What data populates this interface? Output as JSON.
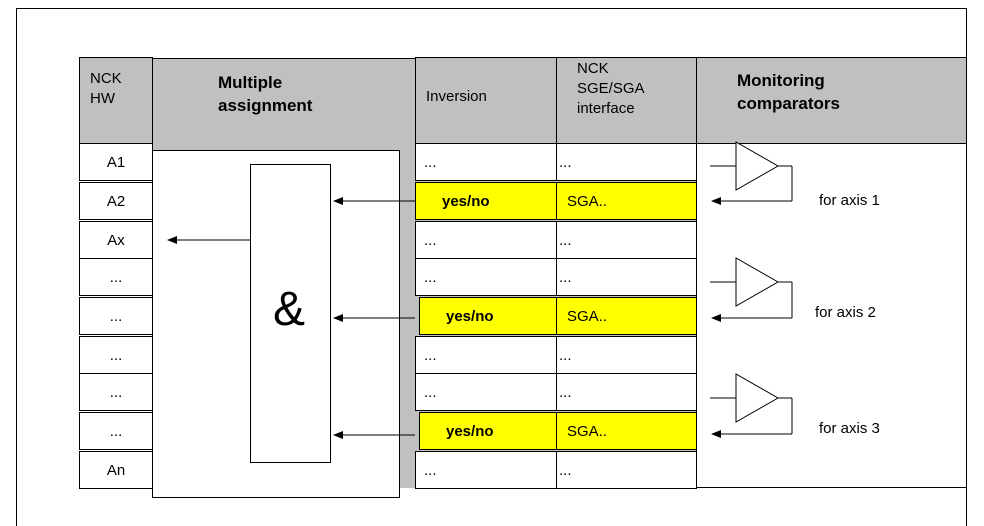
{
  "headers": {
    "nck_hw": [
      "NCK",
      "HW"
    ],
    "multiple_assignment": [
      "Multiple",
      "assignment"
    ],
    "inversion": "Inversion",
    "nck_interface": [
      "NCK",
      "SGE/SGA",
      "interface"
    ],
    "monitoring": [
      "Monitoring",
      "comparators"
    ]
  },
  "hw_rows": [
    "A1",
    "A2",
    "Ax",
    "...",
    "...",
    "...",
    "...",
    "...",
    "An"
  ],
  "and_symbol": "&",
  "inversion_rows": [
    "...",
    "yes/no",
    "...",
    "...",
    "yes/no",
    "...",
    "...",
    "yes/no",
    "..."
  ],
  "interface_rows": [
    "...",
    "SGA..",
    "...",
    "...",
    "SGA..",
    "...",
    "...",
    "SGA..",
    "..."
  ],
  "axis_labels": [
    "for axis 1",
    "for axis 2",
    "for axis 3"
  ],
  "colors": {
    "header_bg": "#c0c0c0",
    "highlight": "#ffff00",
    "line": "#000000"
  }
}
